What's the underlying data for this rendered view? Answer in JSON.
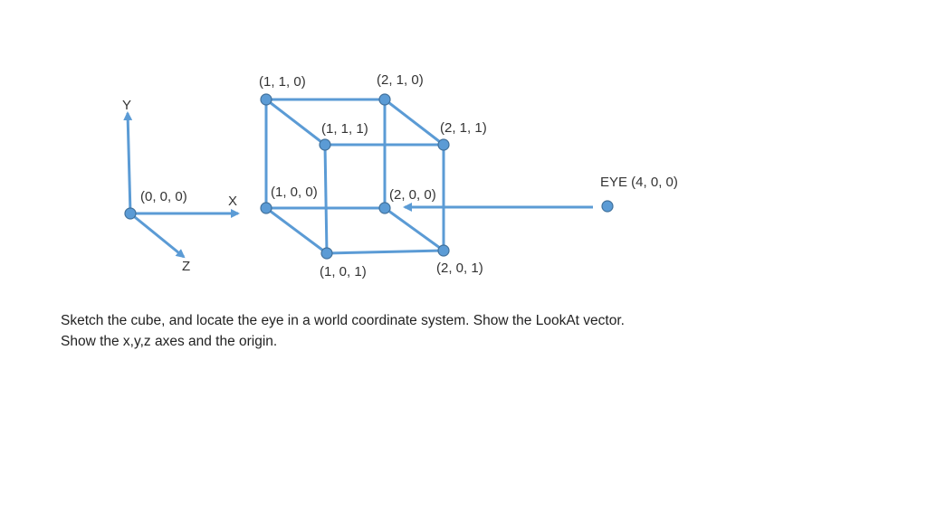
{
  "colors": {
    "diagram_blue": "#5b9bd5",
    "node_border": "#41719c",
    "text": "#333333"
  },
  "axes": {
    "y_label": "Y",
    "x_label": "X",
    "z_label": "Z",
    "origin_label": "(0, 0, 0)"
  },
  "cube": {
    "v110": "(1, 1, 0)",
    "v210": "(2, 1, 0)",
    "v111": "(1, 1, 1)",
    "v211": "(2, 1, 1)",
    "v100": "(1, 0, 0)",
    "v200": "(2, 0, 0)",
    "v101": "(1, 0, 1)",
    "v201": "(2, 0, 1)"
  },
  "eye": {
    "label": "EYE (4, 0, 0)"
  },
  "caption": {
    "line1": "Sketch the cube, and locate the eye in a world coordinate system.  Show the LookAt vector.",
    "line2": "Show the x,y,z axes and the origin."
  }
}
